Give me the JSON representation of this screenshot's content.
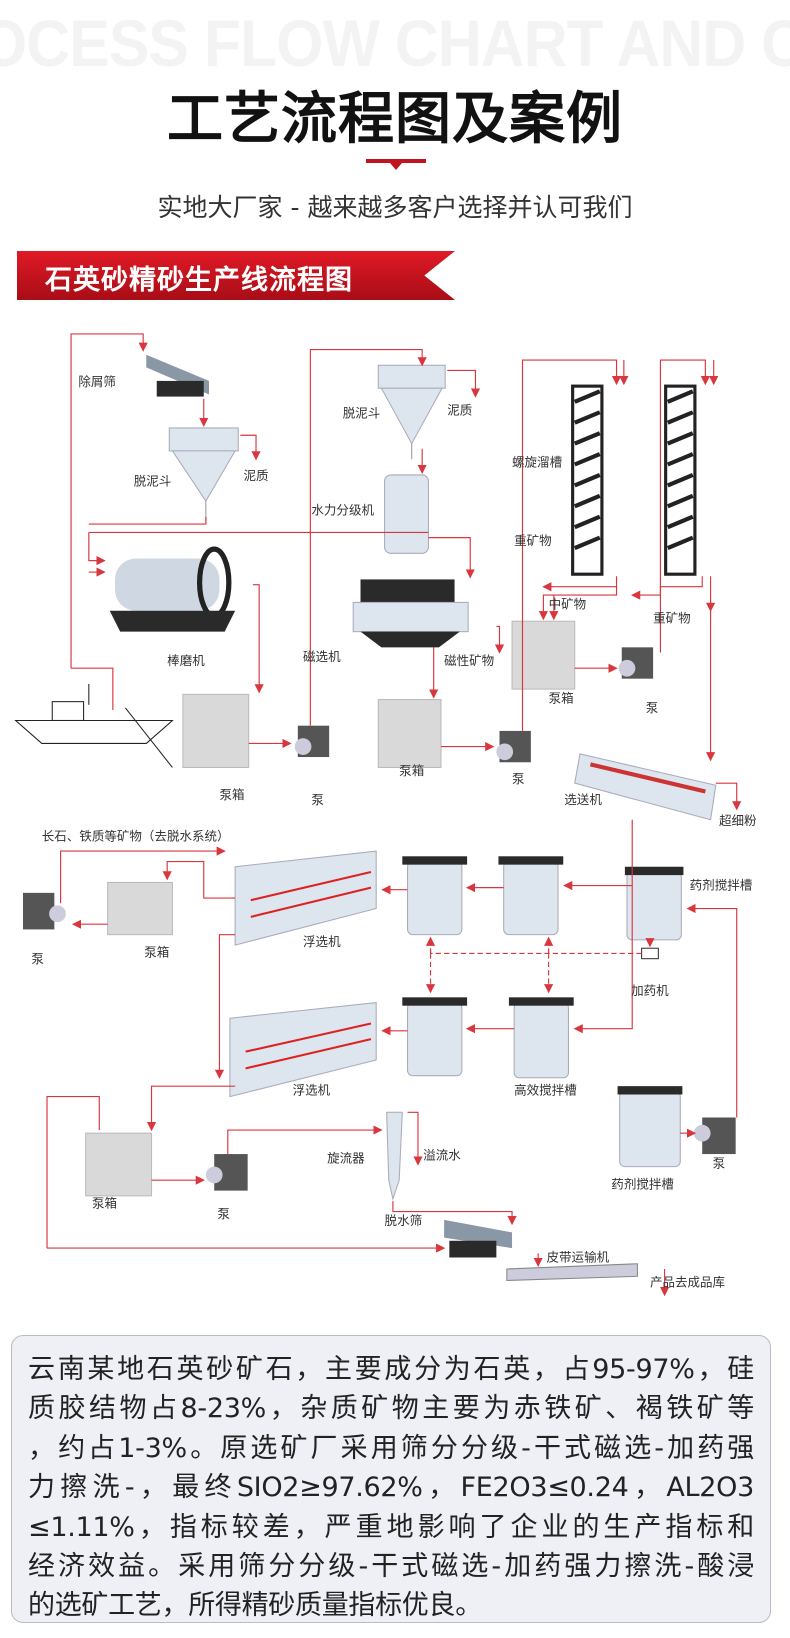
{
  "header": {
    "watermark": "OCESS FLOW CHART AND C",
    "title": "工艺流程图及案例",
    "subtitle": "实地大厂家 - 越来越多客户选择并认可我们",
    "banner": "石英砂精砂生产线流程图"
  },
  "colors": {
    "accent": "#c0141f",
    "flow_line": "#d9363e",
    "text_box_bg": "#eef0f6"
  },
  "diagram": {
    "labels": {
      "scrap_screen": "除屑筛",
      "desliming_hopper_1": "脱泥斗",
      "slime_1": "泥质",
      "desliming_hopper_2": "脱泥斗",
      "slime_2": "泥质",
      "hydraulic_classifier": "水力分级机",
      "spiral_chute": "螺旋溜槽",
      "heavy_mineral_1": "重矿物",
      "middle_mineral": "中矿物",
      "heavy_mineral_2": "重矿物",
      "rod_mill": "棒磨机",
      "magnetic_separator": "磁选机",
      "magnetic_mineral": "磁性矿物",
      "pump_box_1": "泵箱",
      "pump_1": "泵",
      "pump_box_2": "泵箱",
      "pump_2": "泵",
      "pump_box_3": "泵箱",
      "pump_3": "泵",
      "screw_classifier": "选送机",
      "ultrafine_powder": "超细粉",
      "feldspar_note": "长石、铁质等矿物（去脱水系统）",
      "pump_left": "泵",
      "pump_box_left": "泵箱",
      "flotation_1": "浮选机",
      "reagent_tank_1": "药剂搅拌槽",
      "dosing_machine": "加药机",
      "flotation_2": "浮选机",
      "agitator": "高效搅拌槽",
      "pump_box_4": "泵箱",
      "pump_4": "泵",
      "cyclone": "旋流器",
      "overflow_water": "溢流水",
      "dewatering_screen": "脱水筛",
      "belt_conveyor": "皮带运输机",
      "product": "产品去成品库",
      "reagent_tank_2": "药剂搅拌槽",
      "pump_5": "泵"
    }
  },
  "description": {
    "lines": [
      "云南某地石英砂矿石，主要成分为石英，占95-97%，硅",
      "质胶结物占8-23%，杂质矿物主要为赤铁矿、褐铁矿等",
      "，约占1-3%。原选矿厂采用筛分分级-干式磁选-加药强",
      "力擦洗-，最终SIO2≥97.62%，FE2O3≤0.24，AL2O3",
      "≤1.11%，指标较差，严重地影响了企业的生产指标和",
      "经济效益。采用筛分分级-干式磁选-加药强力擦洗-酸浸",
      "的选矿工艺，所得精砂质量指标优良。"
    ]
  }
}
